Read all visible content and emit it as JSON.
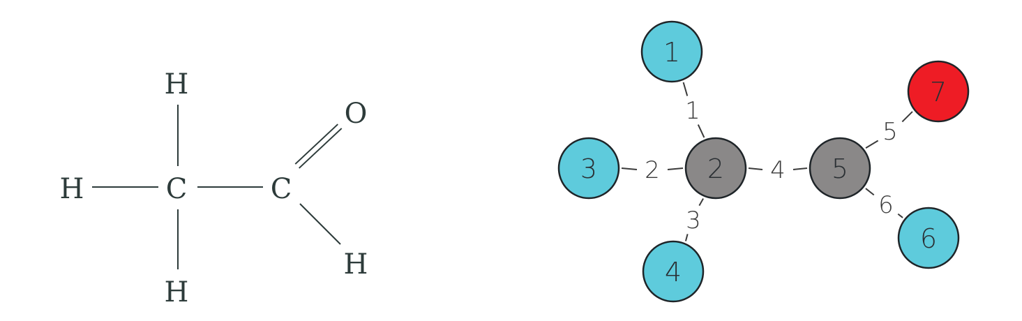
{
  "structural_formula": {
    "atoms": [
      {
        "id": "h_top",
        "symbol": "H"
      },
      {
        "id": "h_left",
        "symbol": "H"
      },
      {
        "id": "c_methyl",
        "symbol": "C"
      },
      {
        "id": "c_carbonyl",
        "symbol": "C"
      },
      {
        "id": "o",
        "symbol": "O"
      },
      {
        "id": "h_bottom",
        "symbol": "H"
      },
      {
        "id": "h_aldehyde",
        "symbol": "H"
      }
    ],
    "bonds": [
      {
        "from": "h_left",
        "to": "c_methyl",
        "order": 1
      },
      {
        "from": "c_methyl",
        "to": "h_top",
        "order": 1
      },
      {
        "from": "c_methyl",
        "to": "h_bottom",
        "order": 1
      },
      {
        "from": "c_methyl",
        "to": "c_carbonyl",
        "order": 1
      },
      {
        "from": "c_carbonyl",
        "to": "o",
        "order": 2
      },
      {
        "from": "c_carbonyl",
        "to": "h_aldehyde",
        "order": 1
      }
    ]
  },
  "graph": {
    "colors": {
      "hydrogen": "#5ecbdc",
      "carbon": "#8a8888",
      "oxygen": "#ee1c25"
    },
    "nodes": [
      {
        "label": "1",
        "element": "hydrogen"
      },
      {
        "label": "2",
        "element": "carbon"
      },
      {
        "label": "3",
        "element": "hydrogen"
      },
      {
        "label": "4",
        "element": "hydrogen"
      },
      {
        "label": "5",
        "element": "carbon"
      },
      {
        "label": "6",
        "element": "hydrogen"
      },
      {
        "label": "7",
        "element": "oxygen"
      }
    ],
    "edges": [
      {
        "label": "1",
        "from": "1",
        "to": "2"
      },
      {
        "label": "2",
        "from": "3",
        "to": "2"
      },
      {
        "label": "3",
        "from": "4",
        "to": "2"
      },
      {
        "label": "4",
        "from": "2",
        "to": "5"
      },
      {
        "label": "5",
        "from": "5",
        "to": "7"
      },
      {
        "label": "6",
        "from": "5",
        "to": "6"
      }
    ]
  }
}
